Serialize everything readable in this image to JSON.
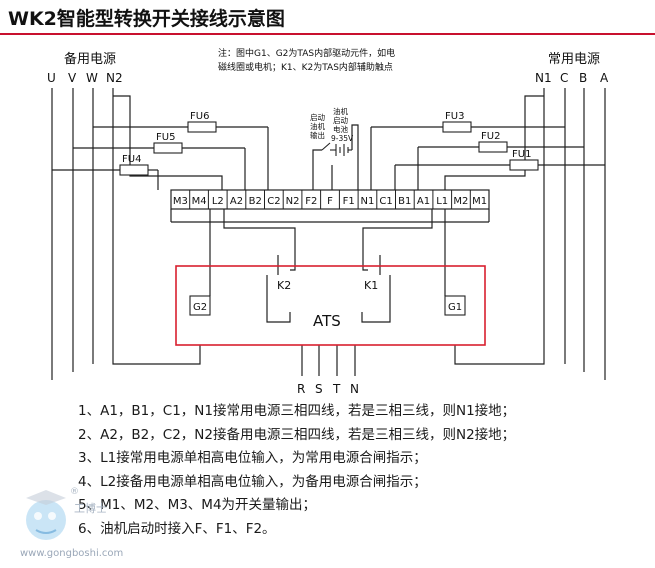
{
  "title": "WK2智能型转换开关接线示意图",
  "note_lines": [
    "注：图中G1、G2为TAS内部驱动元件，如电",
    "磁线圈或电机；K1、K2为TAS内部辅助触点"
  ],
  "left_source": {
    "label": "备用电源",
    "lines": [
      "U",
      "V",
      "W",
      "N2"
    ]
  },
  "right_source": {
    "label": "常用电源",
    "lines": [
      "N1",
      "C",
      "B",
      "A"
    ]
  },
  "fuses": [
    "FU1",
    "FU2",
    "FU3",
    "FU4",
    "FU5",
    "FU6"
  ],
  "terminals": [
    "M3",
    "M4",
    "L2",
    "A2",
    "B2",
    "C2",
    "N2",
    "F2",
    "F",
    "F1",
    "N1",
    "C1",
    "B1",
    "A1",
    "L1",
    "M2",
    "M1"
  ],
  "generator_note": [
    "启动",
    "油机",
    "输出"
  ],
  "battery_note": [
    "油机",
    "启动",
    "电池",
    "9-35V"
  ],
  "ats": {
    "label": "ATS",
    "g1": "G1",
    "g2": "G2",
    "k1": "K1",
    "k2": "K2"
  },
  "outputs": [
    "R",
    "S",
    "T",
    "N"
  ],
  "notes": [
    "1、A1，B1，C1，N1接常用电源三相四线，若是三相三线，则N1接地；",
    "2、A2，B2，C2，N2接备用电源三相四线，若是三相三线，则N2接地；",
    "3、L1接常用电源单相高电位输入，为常用电源合闸指示；",
    "4、L2接备用电源单相高电位输入，为备用电源合闸指示；",
    "5、M1、M2、M3、M4为开关量输出；",
    "6、油机启动时接入F、F1、F2。"
  ],
  "watermark": {
    "text": "工博士",
    "url": "www.gongboshi.com",
    "mark": "®"
  }
}
